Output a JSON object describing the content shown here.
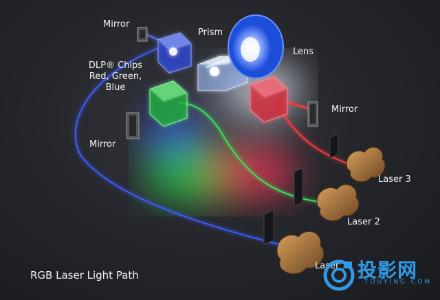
{
  "labels": {
    "mirror_top": "Mirror",
    "prism": "Prism",
    "lens": "Lens",
    "dlp_line1": "DLP® Chips",
    "dlp_line2": "Red, Green,",
    "dlp_line3": "Blue",
    "mirror_right": "Mirror",
    "mirror_left": "Mirror",
    "laser3": "Laser 3",
    "laser2": "Laser 2",
    "laser1": "Laser 1"
  },
  "title": "RGB Laser Light Path",
  "watermark": {
    "cn": "投影网",
    "en": "TOUYING.COM"
  },
  "colors": {
    "red": "#ff3b3b",
    "green": "#39e15a",
    "blue": "#3d5cff",
    "lens": "#2f6bff",
    "laser_body": "#a8773f",
    "watermark": "#2f9be8"
  },
  "icons": [
    "mirror-icon",
    "prism-icon",
    "lens-icon",
    "dlp-chip-icon",
    "laser-icon",
    "watermark-logo-icon"
  ]
}
